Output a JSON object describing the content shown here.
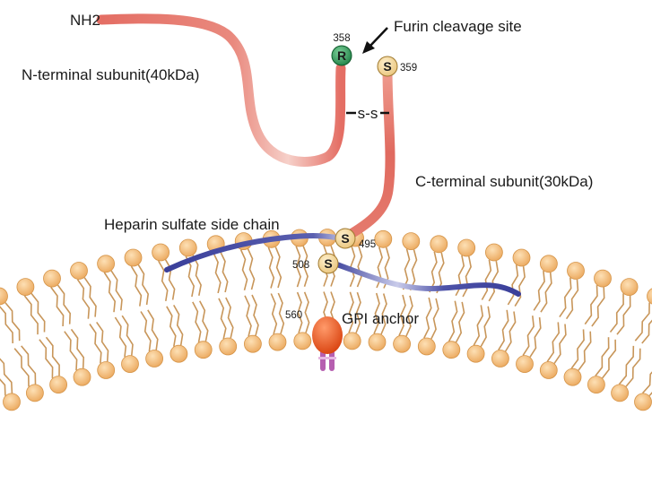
{
  "labels": {
    "nh2": "NH2",
    "n_terminal": "N-terminal subunit(40kDa)",
    "furin": "Furin cleavage site",
    "disulfide": "s-s",
    "c_terminal": "C-terminal subunit(30kDa)",
    "heparin": "Heparin sulfate side chain",
    "gpi": "GPI anchor"
  },
  "residues": {
    "r358": {
      "letter": "R",
      "number": "358"
    },
    "s359": {
      "letter": "S",
      "number": "359"
    },
    "s495": {
      "letter": "S",
      "number": "495"
    },
    "s508": {
      "letter": "S",
      "number": "508"
    },
    "n560": {
      "number": "560"
    }
  },
  "colors": {
    "protein_chain": "#e06a5f",
    "heparin_chain": "#3a3f9a",
    "serine_fill": "#f3d79a",
    "arginine_fill": "#2f9a5a",
    "gpi_anchor": "#e5531e",
    "lipid_head": "#f0b46a",
    "lipid_tail": "#c8965a",
    "gpi_tail": "#b65fb0"
  }
}
